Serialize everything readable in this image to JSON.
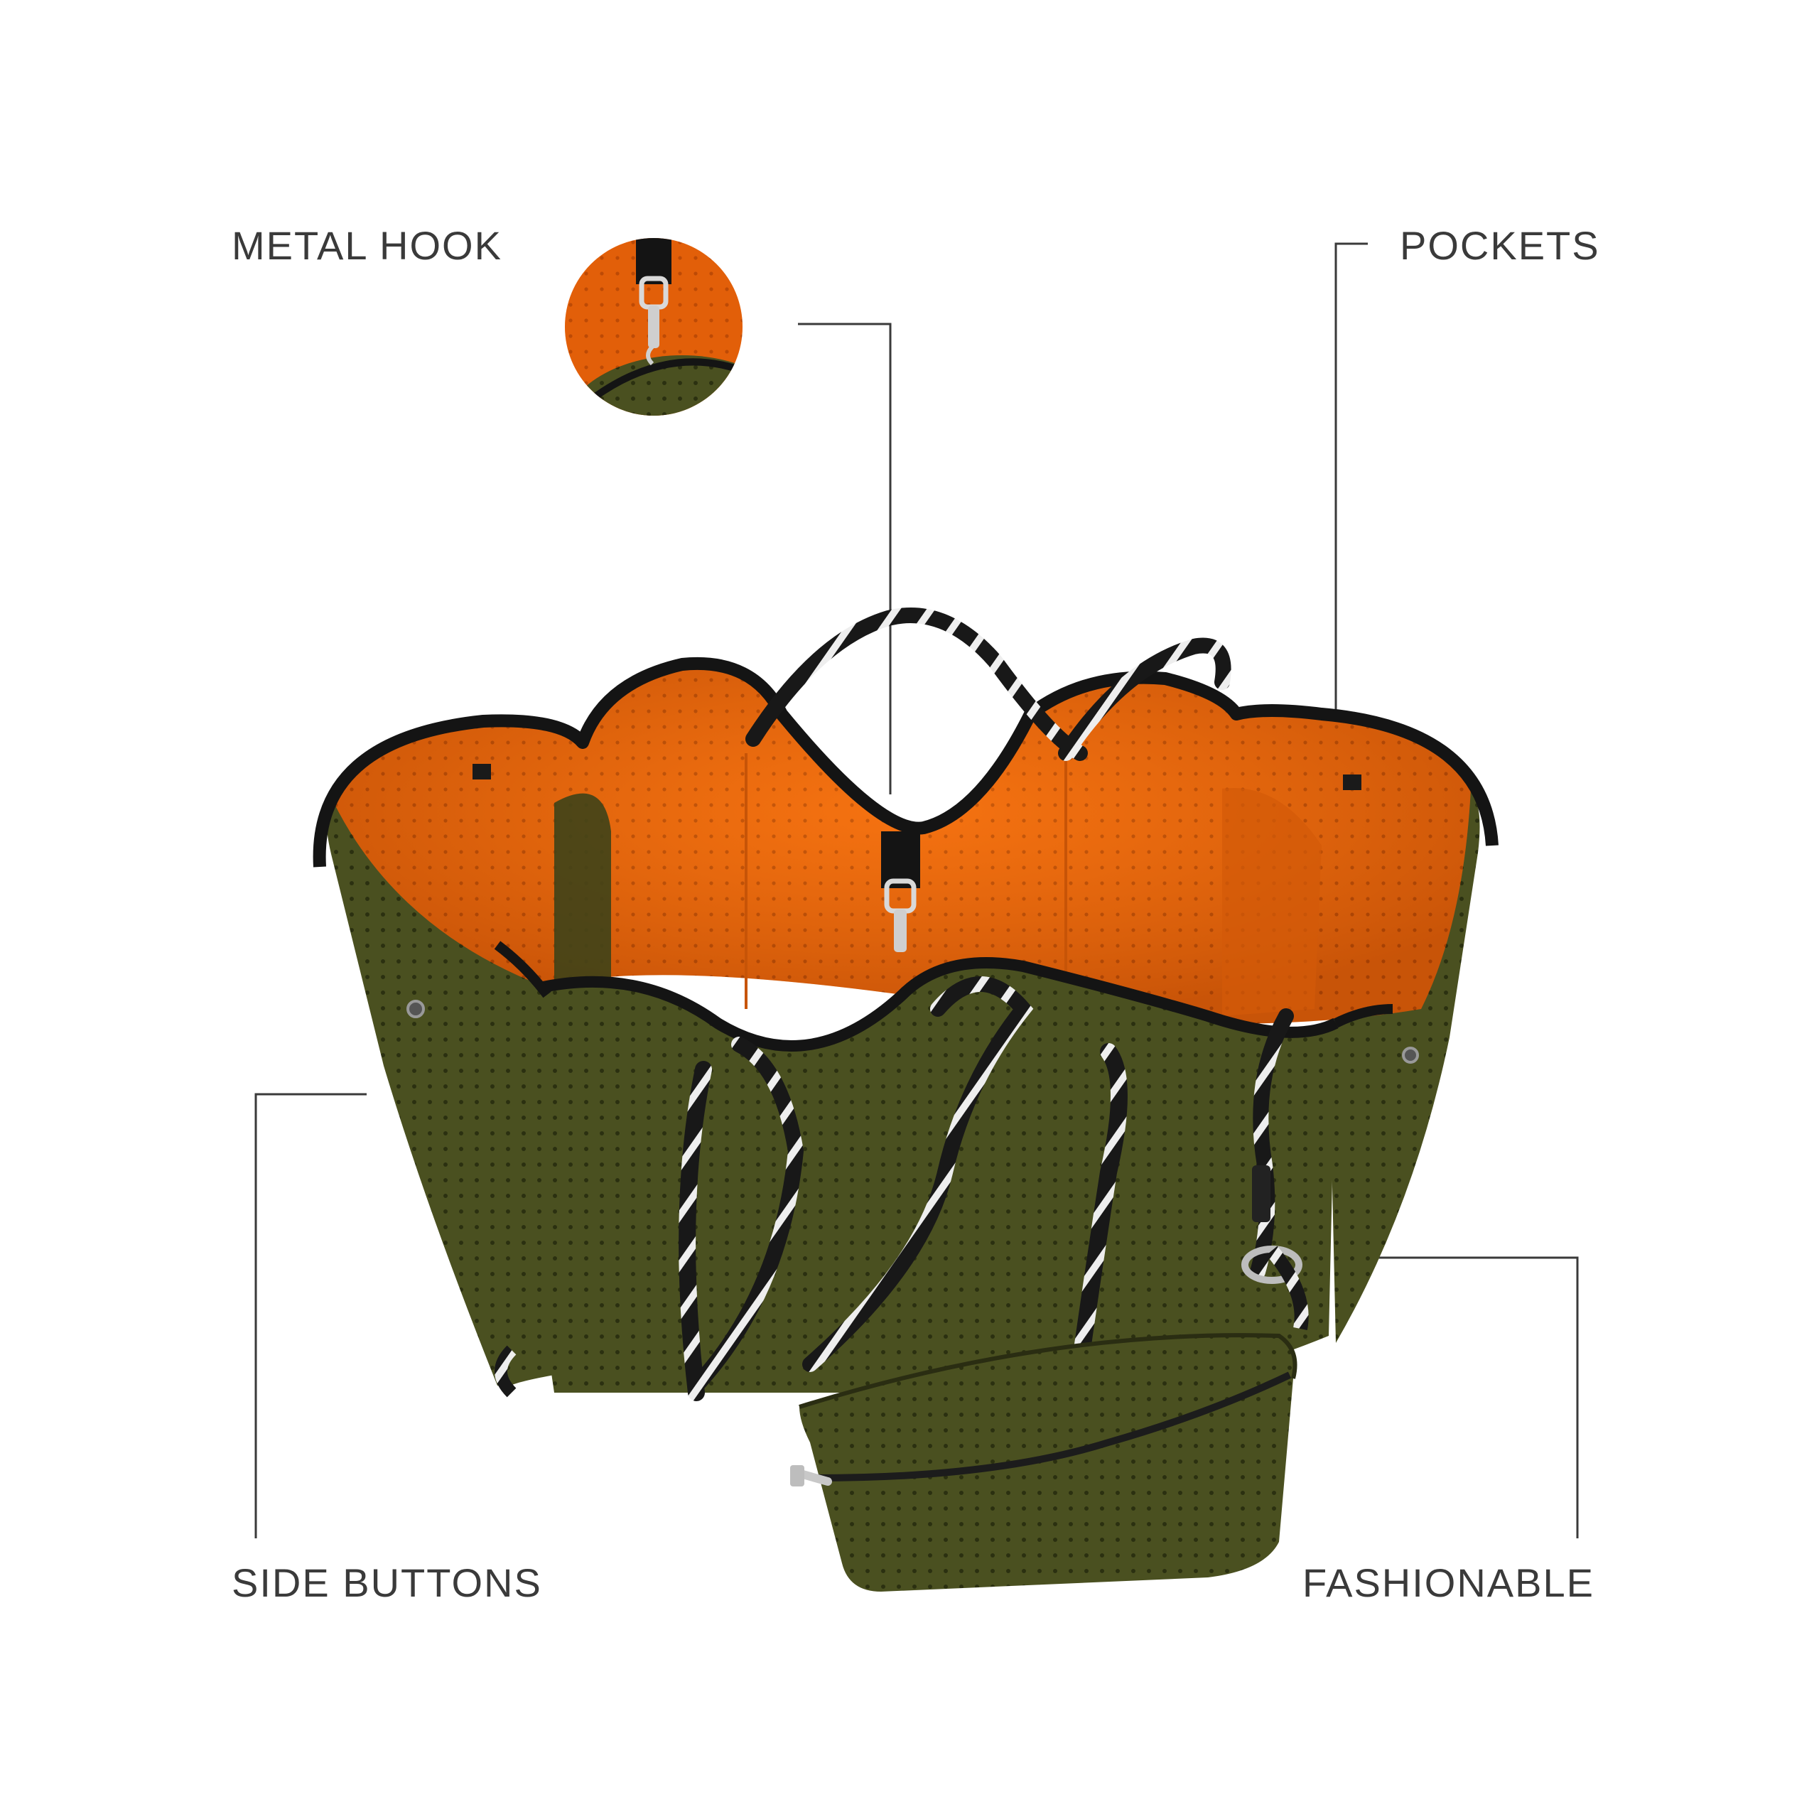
{
  "labels": {
    "metal_hook": "METAL HOOK",
    "pockets": "POCKETS",
    "side_buttons": "SIDE BUTTONS",
    "fashionable": "FASHIONABLE"
  },
  "colors": {
    "background": "#ffffff",
    "label_text": "#3a3a3a",
    "callout_line": "#3a3a3a",
    "bag_exterior": "#4a5020",
    "bag_interior": "#f26a0c",
    "binding": "#141414",
    "rope": "#1a1a1a",
    "metal": "#c8c8c8"
  },
  "image": {
    "subject": "neoprene-tote-bag",
    "detail_inset": "metal-hook-closeup"
  }
}
